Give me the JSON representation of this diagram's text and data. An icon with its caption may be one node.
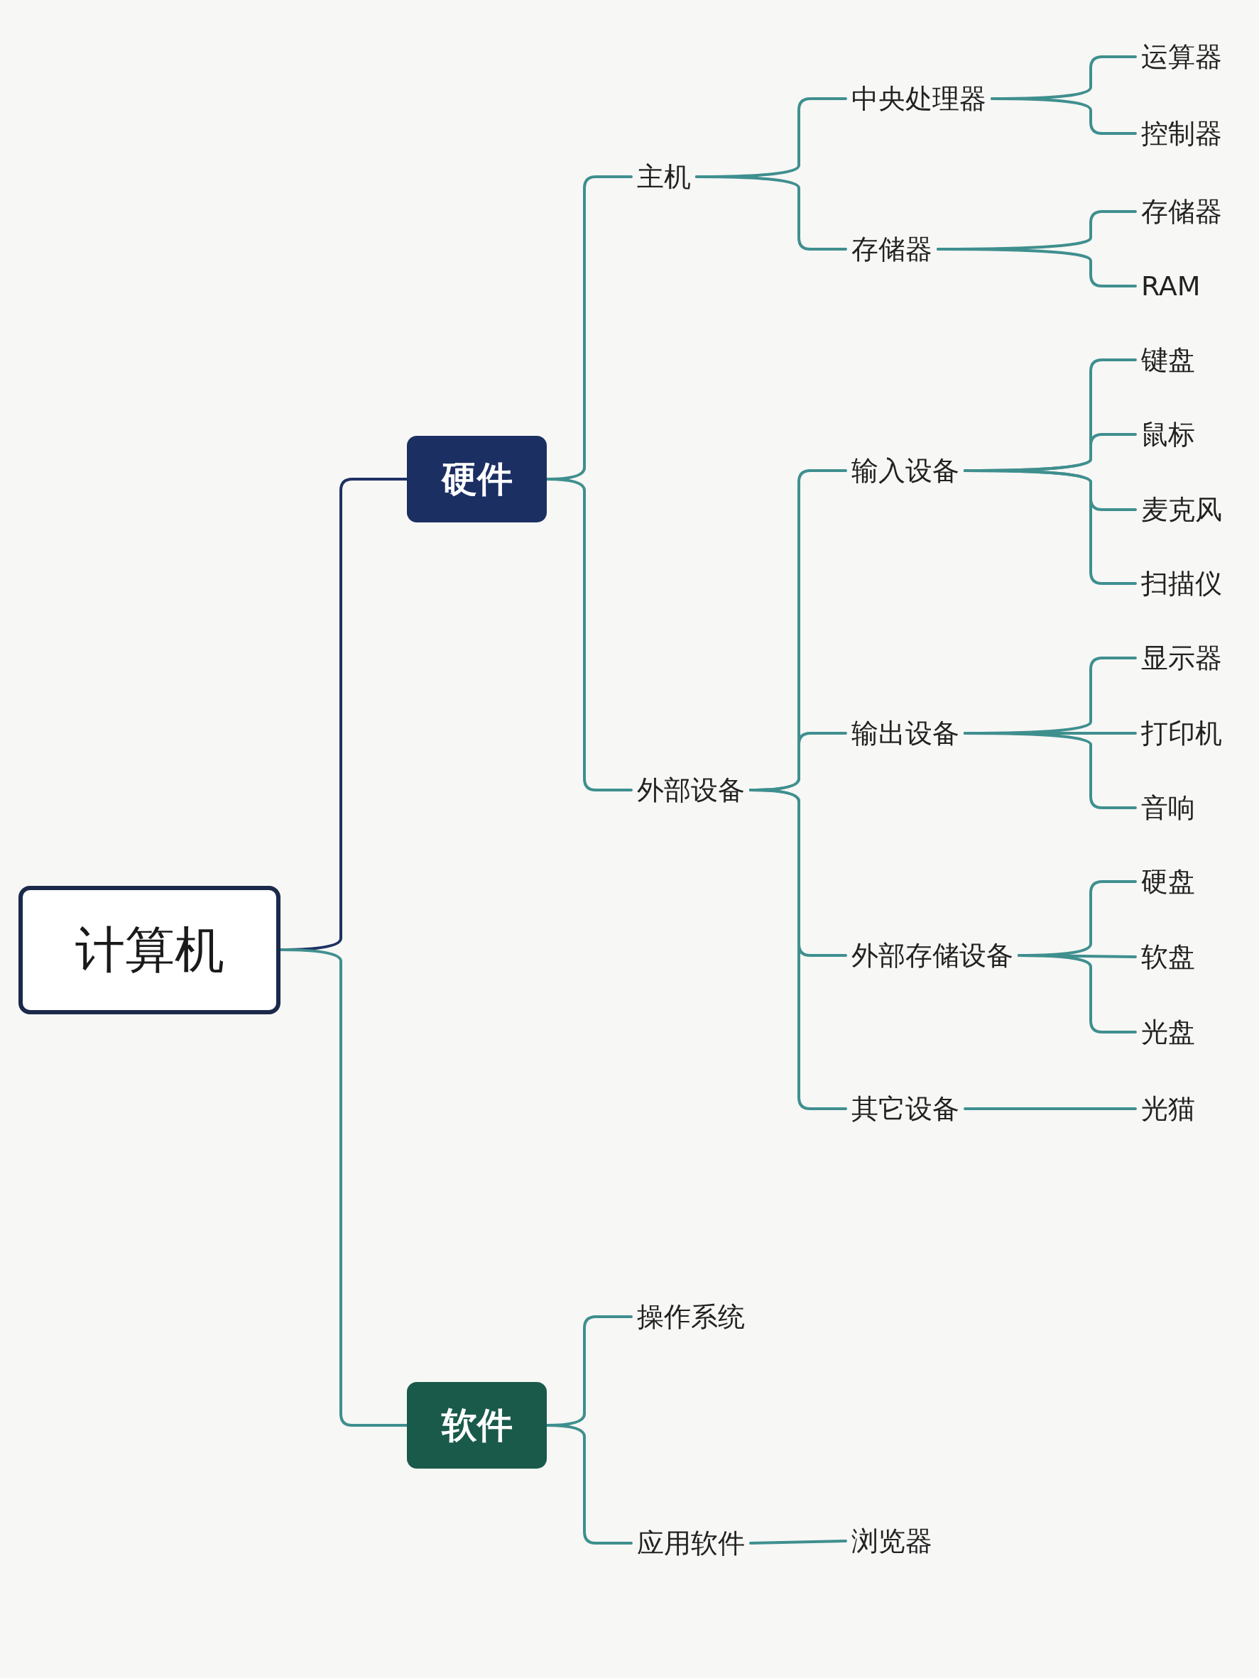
{
  "diagram": {
    "nodes": [
      {
        "text": [
          "计算机"
        ]
      },
      {
        "text": [
          "硬件"
        ]
      },
      {
        "text": [
          "主机"
        ]
      },
      {
        "text": [
          "中央处理器"
        ]
      },
      {
        "text": [
          "运算器"
        ]
      },
      {
        "text": [
          "控制器"
        ]
      },
      {
        "text": [
          "存储器"
        ]
      },
      {
        "text": [
          "存储器"
        ]
      },
      {
        "text": [
          "RAM"
        ]
      },
      {
        "text": [
          "外部设备"
        ]
      },
      {
        "text": [
          "输入设备"
        ]
      },
      {
        "text": [
          "键盘"
        ]
      },
      {
        "text": [
          "鼠标"
        ]
      },
      {
        "text": [
          "麦克风"
        ]
      },
      {
        "text": [
          "扫描仪"
        ]
      },
      {
        "text": [
          "输出设备"
        ]
      },
      {
        "text": [
          "显示器"
        ]
      },
      {
        "text": [
          "打印机"
        ]
      },
      {
        "text": [
          "音响"
        ]
      },
      {
        "text": [
          "外部存储设备"
        ]
      },
      {
        "text": [
          "硬盘"
        ]
      },
      {
        "text": [
          "软盘"
        ]
      },
      {
        "text": [
          "光盘"
        ]
      },
      {
        "text": [
          "其它设备"
        ]
      },
      {
        "text": [
          "光猫"
        ]
      },
      {
        "text": [
          "软件"
        ]
      },
      {
        "text": [
          "操作系统"
        ]
      },
      {
        "text": [
          "应用软件"
        ]
      },
      {
        "text": [
          "浏览器"
        ]
      }
    ],
    "edges": [
      {
        "from": 0,
        "to": 1,
        "arrow": "none",
        "color": "#1e3163"
      },
      {
        "from": 0,
        "to": 25,
        "arrow": "none"
      },
      {
        "from": 1,
        "to": 2,
        "arrow": "none"
      },
      {
        "from": 1,
        "to": 9,
        "arrow": "none"
      },
      {
        "from": 2,
        "to": 3,
        "arrow": "none"
      },
      {
        "from": 2,
        "to": 6,
        "arrow": "none"
      },
      {
        "from": 3,
        "to": 4,
        "arrow": "none"
      },
      {
        "from": 3,
        "to": 5,
        "arrow": "none"
      },
      {
        "from": 6,
        "to": 7,
        "arrow": "none"
      },
      {
        "from": 6,
        "to": 8,
        "arrow": "none"
      },
      {
        "from": 9,
        "to": 10,
        "arrow": "none"
      },
      {
        "from": 9,
        "to": 15,
        "arrow": "none"
      },
      {
        "from": 9,
        "to": 19,
        "arrow": "none"
      },
      {
        "from": 9,
        "to": 23,
        "arrow": "none"
      },
      {
        "from": 10,
        "to": 11,
        "arrow": "none"
      },
      {
        "from": 10,
        "to": 12,
        "arrow": "none"
      },
      {
        "from": 10,
        "to": 13,
        "arrow": "none"
      },
      {
        "from": 10,
        "to": 14,
        "arrow": "none"
      },
      {
        "from": 15,
        "to": 16,
        "arrow": "none"
      },
      {
        "from": 15,
        "to": 17,
        "arrow": "none"
      },
      {
        "from": 15,
        "to": 18,
        "arrow": "none"
      },
      {
        "from": 19,
        "to": 20,
        "arrow": "none"
      },
      {
        "from": 19,
        "to": 21,
        "arrow": "none"
      },
      {
        "from": 19,
        "to": 22,
        "arrow": "none"
      },
      {
        "from": 23,
        "to": 24,
        "arrow": "none"
      },
      {
        "from": 25,
        "to": 26,
        "arrow": "none"
      },
      {
        "from": 25,
        "to": 27,
        "arrow": "none"
      },
      {
        "from": 27,
        "to": 28,
        "arrow": "none"
      }
    ]
  }
}
